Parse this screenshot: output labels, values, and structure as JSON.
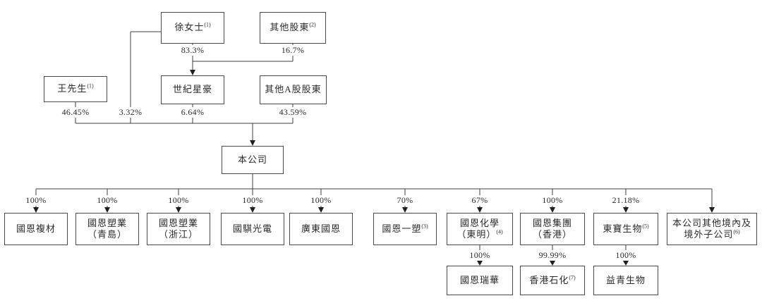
{
  "diagram_title": "shareholding-structure",
  "nodes": {
    "xu": {
      "label": "徐女士",
      "sup": "(1)"
    },
    "osh": {
      "label": "其他股東",
      "sup": "(2)"
    },
    "wang": {
      "label": "王先生",
      "sup": "(1)"
    },
    "shiji": {
      "label": "世紀星豪"
    },
    "othera": {
      "label": "其他A股股東"
    },
    "company": {
      "label": "本公司"
    },
    "sub1": {
      "line1": "國恩複材"
    },
    "sub2": {
      "line1": "國恩塑業",
      "line2": "（青島）"
    },
    "sub3": {
      "line1": "國恩塑業",
      "line2": "（浙江）"
    },
    "sub4": {
      "line1": "國騏光電"
    },
    "sub5": {
      "line1": "廣東國恩"
    },
    "sub6": {
      "line1": "國恩一塑",
      "sup": "(3)"
    },
    "sub7": {
      "line1": "國恩化學",
      "line2": "（東明）",
      "sup": "(4)"
    },
    "sub8": {
      "line1": "國恩集團",
      "line2": "（香港）"
    },
    "sub9": {
      "line1": "東寶生物",
      "sup": "(5)"
    },
    "sub10": {
      "line1": "本公司其他境內及",
      "line2": "境外子公司",
      "sup": "(6)"
    },
    "g1": {
      "label": "國恩瑞華"
    },
    "g2": {
      "label": "香港石化",
      "sup": "(7)"
    },
    "g3": {
      "label": "益青生物"
    }
  },
  "percentages": {
    "xu_to_shiji": "83.3%",
    "osh_to_shiji": "16.7%",
    "wang_to_company": "46.45%",
    "xu_to_company": "3.32%",
    "shiji_to_company": "6.64%",
    "othera_to_company": "43.59%",
    "to_sub1": "100%",
    "to_sub2": "100%",
    "to_sub3": "100%",
    "to_sub4": "100%",
    "to_sub5": "100%",
    "to_sub6": "70%",
    "to_sub7": "67%",
    "to_sub8": "100%",
    "to_sub9": "21.18%",
    "to_g1": "100%",
    "to_g2": "99.99%",
    "to_g3": "100%"
  }
}
